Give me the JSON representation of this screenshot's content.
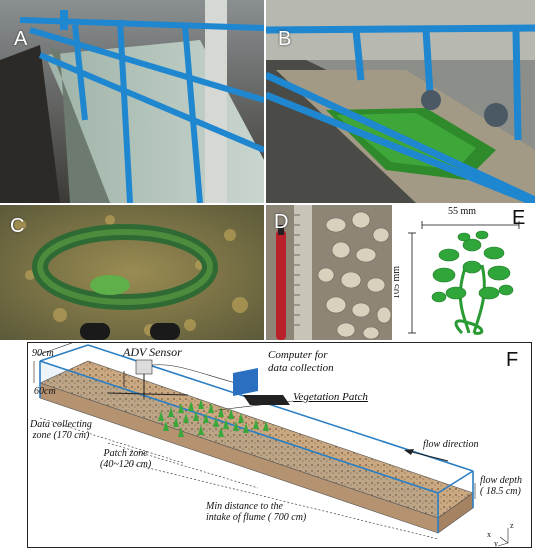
{
  "panels": {
    "a": {
      "label": "A"
    },
    "b": {
      "label": "B"
    },
    "c": {
      "label": "C"
    },
    "d": {
      "label": "D"
    },
    "e": {
      "label": "E",
      "width_dim": "55 mm",
      "height_dim": "105 mm"
    },
    "f": {
      "label": "F",
      "adv_sensor": "ADV Sensor",
      "computer_line1": "Computer for",
      "computer_line2": "data collection",
      "vegetation_patch": "Vegetation Patch",
      "width_dim": "90cm",
      "height_dim": "60cm",
      "data_zone_line1": "Data collecting",
      "data_zone_line2": "zone (170 cm)",
      "patch_zone_line1": "Patch zone",
      "patch_zone_line2": "(40~120 cm)",
      "flow_direction": "flow direction",
      "flow_depth_line1": "flow depth",
      "flow_depth_line2": "( 18.5 cm)",
      "min_dist_line1": "Min distance to the",
      "min_dist_line2": "intake of flume ( 700 cm)",
      "axis_x": "x",
      "axis_y": "y",
      "axis_z": "z"
    }
  },
  "colors": {
    "flume_blue": "#2a7fc4",
    "vegetation_green": "#2f8f2f",
    "gravel": "#b89a70"
  }
}
